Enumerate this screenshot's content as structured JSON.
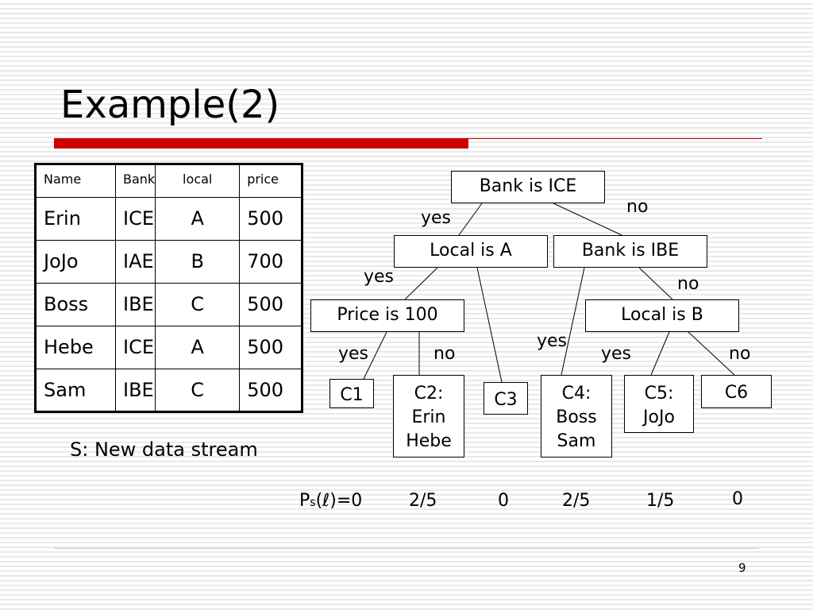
{
  "slide": {
    "title": "Example(2)",
    "page_number": "9",
    "stream_label": "S: New data stream"
  },
  "table": {
    "headers": [
      "Name",
      "Bank",
      "local",
      "price"
    ],
    "rows": [
      [
        "Erin",
        "ICE",
        "A",
        "500"
      ],
      [
        "JoJo",
        "IAE",
        "B",
        "700"
      ],
      [
        "Boss",
        "IBE",
        "C",
        "500"
      ],
      [
        "Hebe",
        "ICE",
        "A",
        "500"
      ],
      [
        "Sam",
        "IBE",
        "C",
        "500"
      ]
    ]
  },
  "tree": {
    "nodes": {
      "root": "Bank is ICE",
      "local_a": "Local is A",
      "bank_ibe": "Bank is IBE",
      "price_100": "Price is 100",
      "local_b": "Local is B"
    },
    "leaves": {
      "c1": [
        "C1"
      ],
      "c2": [
        "C2:",
        "Erin",
        "Hebe"
      ],
      "c3": [
        "C3"
      ],
      "c4": [
        "C4:",
        "Boss",
        "Sam"
      ],
      "c5": [
        "C5:",
        "JoJo"
      ],
      "c6": [
        "C6"
      ]
    },
    "edge_labels": {
      "root_yes": "yes",
      "root_no": "no",
      "local_a_yes": "yes",
      "bank_ibe_no": "no",
      "price_yes": "yes",
      "price_no": "no",
      "bank_ibe_yes": "yes",
      "local_b_yes": "yes",
      "local_b_no": "no"
    }
  },
  "probabilities": {
    "label_prefix": "P",
    "label_sub": "s",
    "label_suffix": "(ℓ)=0",
    "values": [
      "2/5",
      "0",
      "2/5",
      "1/5",
      "0"
    ]
  }
}
